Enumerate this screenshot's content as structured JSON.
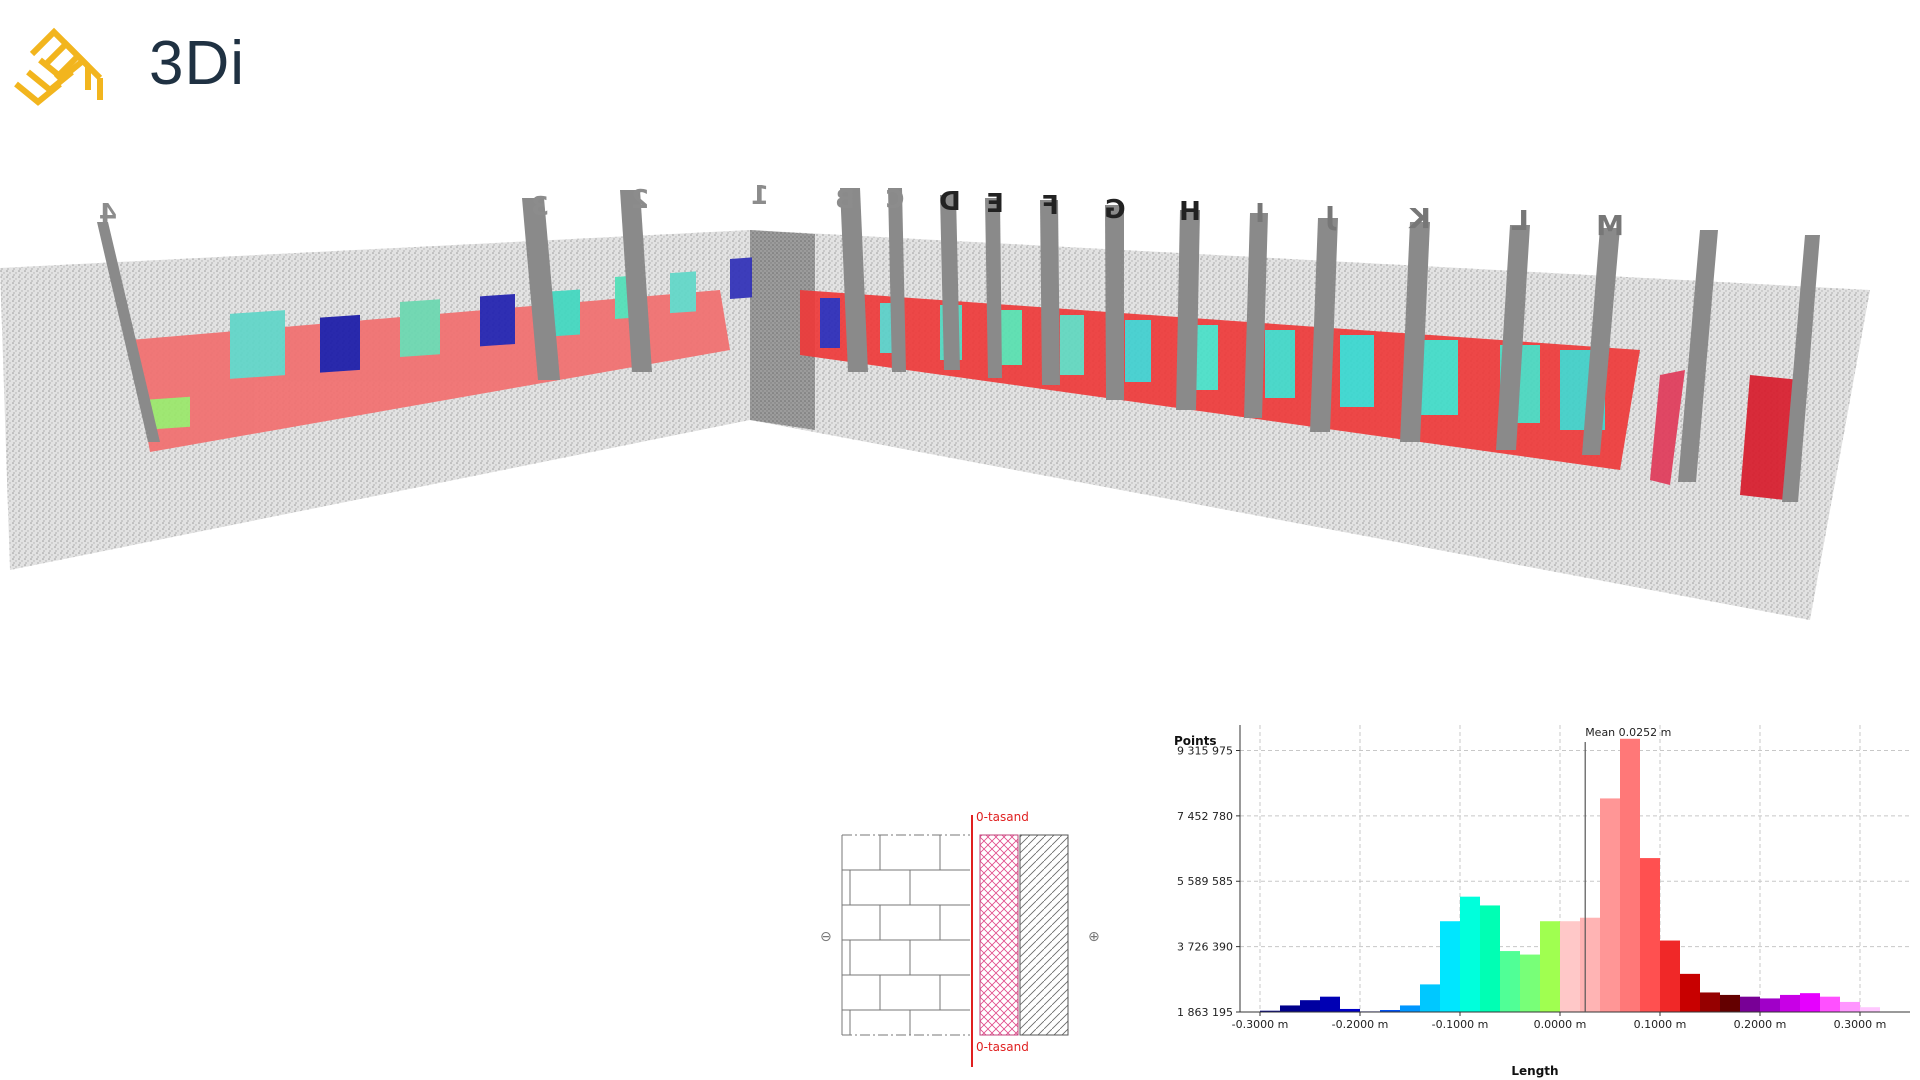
{
  "brand": {
    "name": "3Di"
  },
  "scan": {
    "grid_labels": [
      "4",
      "3",
      "2",
      "1",
      "B",
      "C",
      "D",
      "E",
      "F",
      "G",
      "H",
      "I",
      "J",
      "K",
      "L",
      "M"
    ]
  },
  "detail": {
    "top_label": "0-tasand",
    "bottom_label": "0-tasand",
    "minus_sign": "⊖",
    "plus_sign": "⊕"
  },
  "chart_data": {
    "type": "bar",
    "ylabel": "Points",
    "xlabel": "Length",
    "y_ticks": [
      "1 863 195",
      "3 726 390",
      "5 589 585",
      "7 452 780",
      "9 315 975"
    ],
    "y_tick_values": [
      1863195,
      3726390,
      5589585,
      7452780,
      9315975
    ],
    "x_ticks": [
      "-0.3000 m",
      "-0.2000 m",
      "-0.1000 m",
      "0.0000 m",
      "0.1000 m",
      "0.2000 m",
      "0.3000 m"
    ],
    "x_tick_values": [
      -0.3,
      -0.2,
      -0.1,
      0.0,
      0.1,
      0.2,
      0.3
    ],
    "xlim": [
      -0.32,
      0.33
    ],
    "ylim": [
      1863195,
      9900000
    ],
    "mean_label": "Mean 0.0252 m",
    "mean": 0.0252,
    "grid": true,
    "bins": [
      {
        "x0": -0.3,
        "value": 1900000,
        "color": "#00008b"
      },
      {
        "x0": -0.28,
        "value": 2050000,
        "color": "#00008b"
      },
      {
        "x0": -0.26,
        "value": 2200000,
        "color": "#0000a0"
      },
      {
        "x0": -0.24,
        "value": 2300000,
        "color": "#0000b4"
      },
      {
        "x0": -0.22,
        "value": 1950000,
        "color": "#0000c8"
      },
      {
        "x0": -0.2,
        "value": 1880000,
        "color": "#0000dc"
      },
      {
        "x0": -0.18,
        "value": 1920000,
        "color": "#0050f0"
      },
      {
        "x0": -0.16,
        "value": 2050000,
        "color": "#0096ff"
      },
      {
        "x0": -0.14,
        "value": 2650000,
        "color": "#00c8ff"
      },
      {
        "x0": -0.12,
        "value": 4450000,
        "color": "#00e6ff"
      },
      {
        "x0": -0.1,
        "value": 5150000,
        "color": "#00ffdc"
      },
      {
        "x0": -0.08,
        "value": 4900000,
        "color": "#00ffb4"
      },
      {
        "x0": -0.06,
        "value": 3600000,
        "color": "#50ff96"
      },
      {
        "x0": -0.04,
        "value": 3500000,
        "color": "#78ff78"
      },
      {
        "x0": -0.02,
        "value": 4450000,
        "color": "#a0ff50"
      },
      {
        "x0": 0.0,
        "value": 4450000,
        "color": "#ffc8c8"
      },
      {
        "x0": 0.02,
        "value": 4550000,
        "color": "#ffb4b4"
      },
      {
        "x0": 0.04,
        "value": 7950000,
        "color": "#ff9696"
      },
      {
        "x0": 0.06,
        "value": 9650000,
        "color": "#ff7878"
      },
      {
        "x0": 0.08,
        "value": 6250000,
        "color": "#ff5050"
      },
      {
        "x0": 0.1,
        "value": 3900000,
        "color": "#f02828"
      },
      {
        "x0": 0.12,
        "value": 2950000,
        "color": "#c80000"
      },
      {
        "x0": 0.14,
        "value": 2420000,
        "color": "#960000"
      },
      {
        "x0": 0.16,
        "value": 2350000,
        "color": "#640000"
      },
      {
        "x0": 0.18,
        "value": 2300000,
        "color": "#780096"
      },
      {
        "x0": 0.2,
        "value": 2250000,
        "color": "#a000c8"
      },
      {
        "x0": 0.22,
        "value": 2350000,
        "color": "#c800e6"
      },
      {
        "x0": 0.24,
        "value": 2400000,
        "color": "#e600ff"
      },
      {
        "x0": 0.26,
        "value": 2300000,
        "color": "#ff50ff"
      },
      {
        "x0": 0.28,
        "value": 2150000,
        "color": "#ff96ff"
      },
      {
        "x0": 0.3,
        "value": 2000000,
        "color": "#ffc8ff"
      }
    ],
    "bin_width": 0.02
  }
}
